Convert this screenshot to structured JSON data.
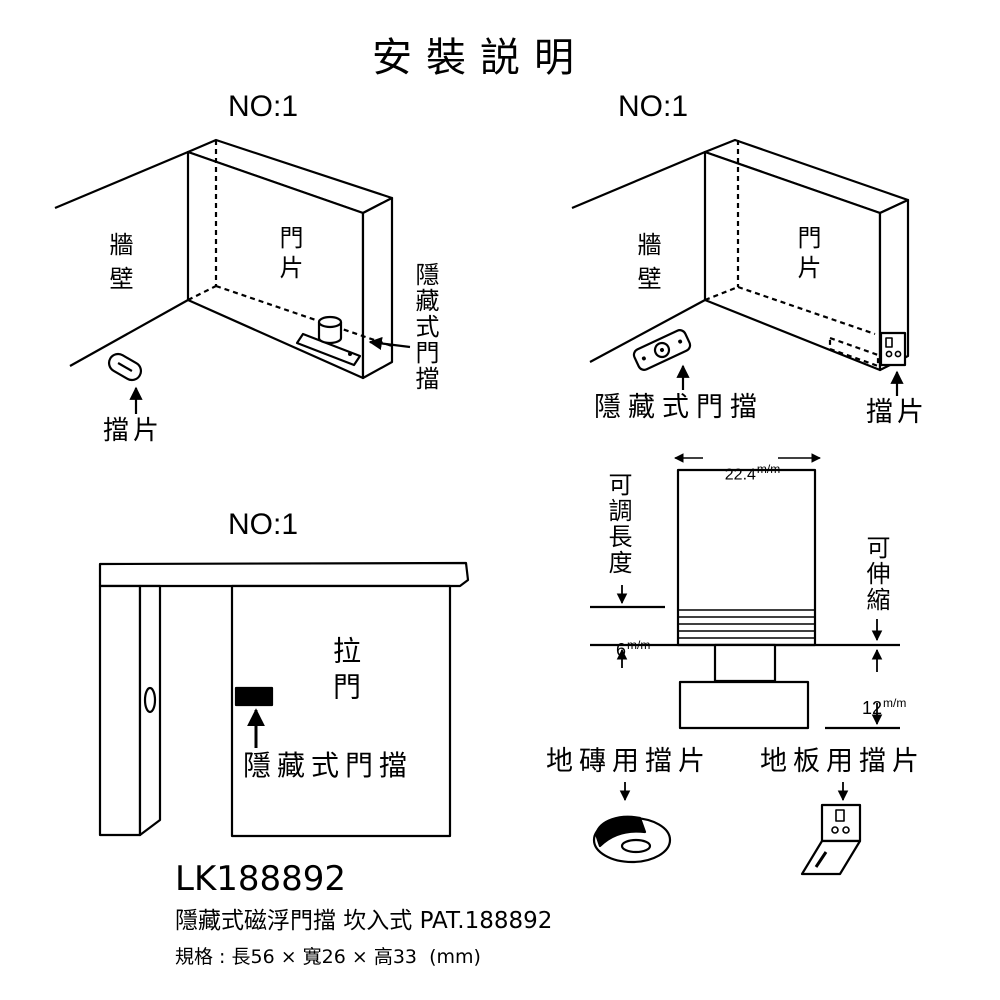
{
  "title": "安裝説明",
  "panel_corner_a": {
    "number": "NO:1",
    "wall_label": "牆壁",
    "door_label": "門片",
    "stopper_label": "隱藏式門擋",
    "plate_label": "擋片"
  },
  "panel_corner_b": {
    "number": "NO:1",
    "wall_label": "牆壁",
    "door_label": "門片",
    "stopper_label": "隱藏式門擋",
    "plate_label": "擋片"
  },
  "panel_sliding": {
    "number": "NO:1",
    "door_label": "拉門",
    "stopper_label": "隱藏式門擋"
  },
  "panel_dimensions": {
    "width_value": "22.4",
    "unit": "m/m",
    "adjustable_label": "可調長度",
    "adjustable_value": "6",
    "extendable_label": "可伸縮",
    "extendable_value": "12",
    "tile_plate_label": "地磚用擋片",
    "floor_plate_label": "地板用擋片"
  },
  "product": {
    "model": "LK188892",
    "name": "隱藏式磁浮門擋 坎入式 PAT.188892",
    "spec": "規格 : 長56 × 寬26 × 高33  (mm)"
  }
}
